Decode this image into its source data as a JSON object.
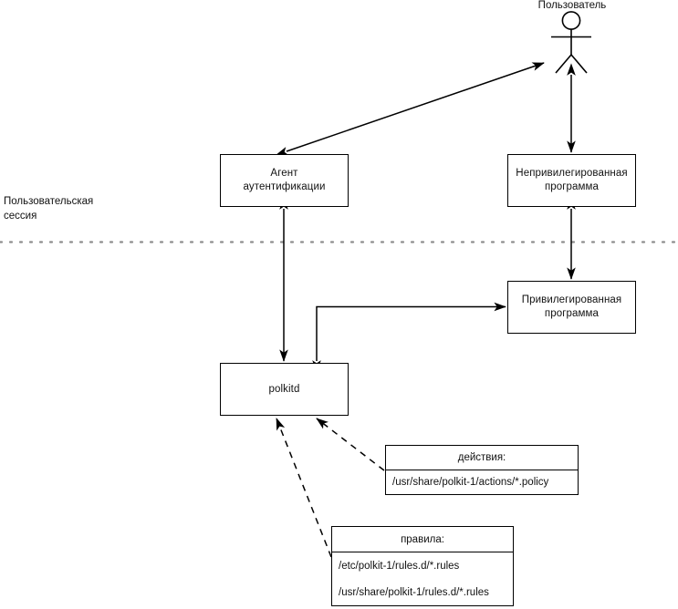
{
  "diagram": {
    "title": "polkit architecture diagram",
    "background": "#ffffff",
    "stroke": "#000000",
    "dotted_line_color": "#999999",
    "session_label": "Пользовательская\nсессия",
    "actor": {
      "name": "Пользователь",
      "icon": "stick-figure-actor"
    },
    "nodes": [
      {
        "id": "auth-agent",
        "label": "Агент\nаутентификации"
      },
      {
        "id": "unpriv-prog",
        "label": "Непривилегированная\nпрограмма"
      },
      {
        "id": "priv-prog",
        "label": "Привилегированная\nпрограмма"
      },
      {
        "id": "polkitd",
        "label": "polkitd"
      }
    ],
    "tables": [
      {
        "id": "actions",
        "header": "действия:",
        "rows": [
          "/usr/share/polkit-1/actions/*.policy"
        ]
      },
      {
        "id": "rules",
        "header": "правила:",
        "rows": [
          "/etc/polkit-1/rules.d/*.rules",
          "/usr/share/polkit-1/rules.d/*.rules"
        ]
      }
    ],
    "edges": [
      {
        "from": "auth-agent",
        "to": "actor",
        "style": "solid",
        "arrows": "both"
      },
      {
        "from": "actor",
        "to": "unpriv-prog",
        "style": "solid",
        "arrows": "both"
      },
      {
        "from": "unpriv-prog",
        "to": "priv-prog",
        "style": "solid",
        "arrows": "both"
      },
      {
        "from": "auth-agent",
        "to": "polkitd",
        "style": "solid",
        "arrows": "both"
      },
      {
        "from": "polkitd",
        "to": "priv-prog",
        "style": "solid",
        "arrows": "end"
      },
      {
        "from": "actions",
        "to": "polkitd",
        "style": "dashed",
        "arrows": "end"
      },
      {
        "from": "rules",
        "to": "polkitd",
        "style": "dashed",
        "arrows": "end"
      }
    ]
  }
}
